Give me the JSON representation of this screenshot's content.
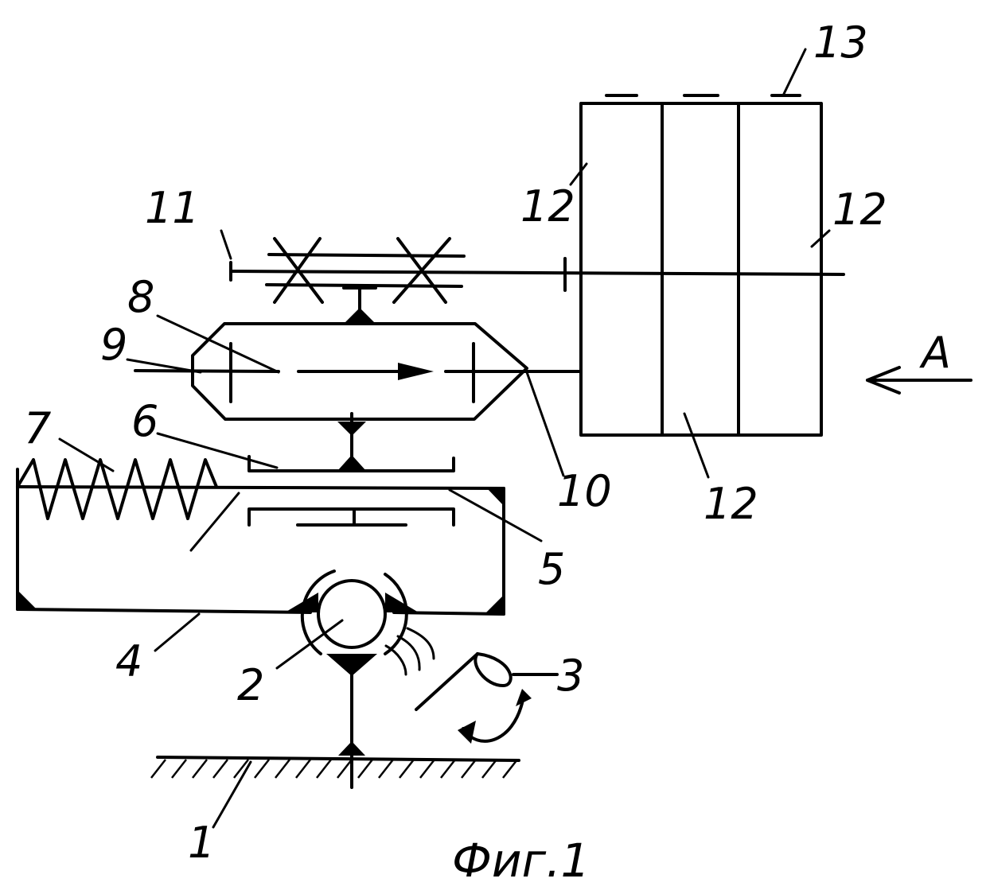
{
  "figure": {
    "caption": "Фиг.1",
    "view_label": "A",
    "labels": {
      "l1": "1",
      "l2": "2",
      "l3": "3",
      "l4": "4",
      "l5": "5",
      "l6": "6",
      "l7": "7",
      "l8": "8",
      "l9": "9",
      "l10": "10",
      "l11": "11",
      "l12a": "12",
      "l12b": "12",
      "l12c": "12",
      "l13": "13"
    }
  }
}
